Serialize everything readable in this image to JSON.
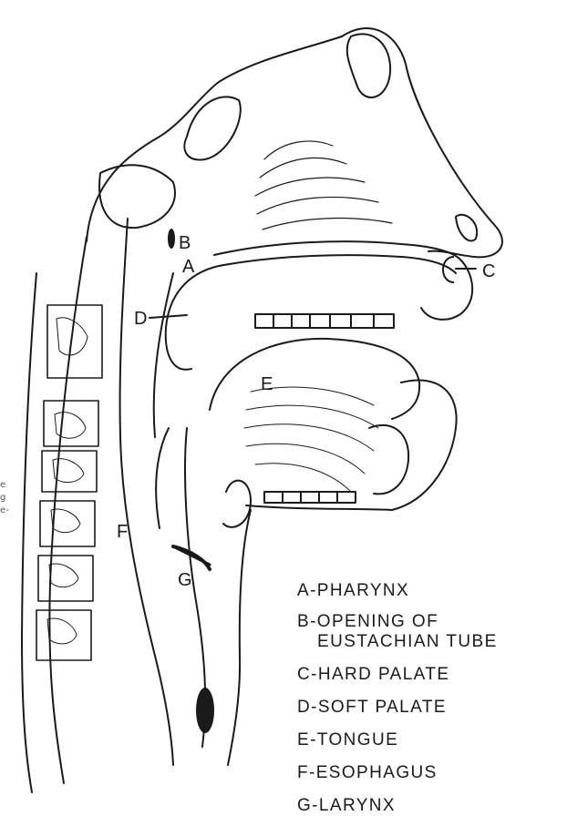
{
  "labels": {
    "a": "A",
    "b": "B",
    "c": "C",
    "d": "D",
    "e": "E",
    "f": "F",
    "g": "G"
  },
  "legend": [
    "A-PHARYNX",
    "B-OPENING OF",
    "EUSTACHIAN TUBE",
    "C-HARD PALATE",
    "D-SOFT PALATE",
    "E-TONGUE",
    "F-ESOPHAGUS",
    "G-LARYNX"
  ],
  "cut_text": [
    "e",
    "g",
    "e-"
  ]
}
